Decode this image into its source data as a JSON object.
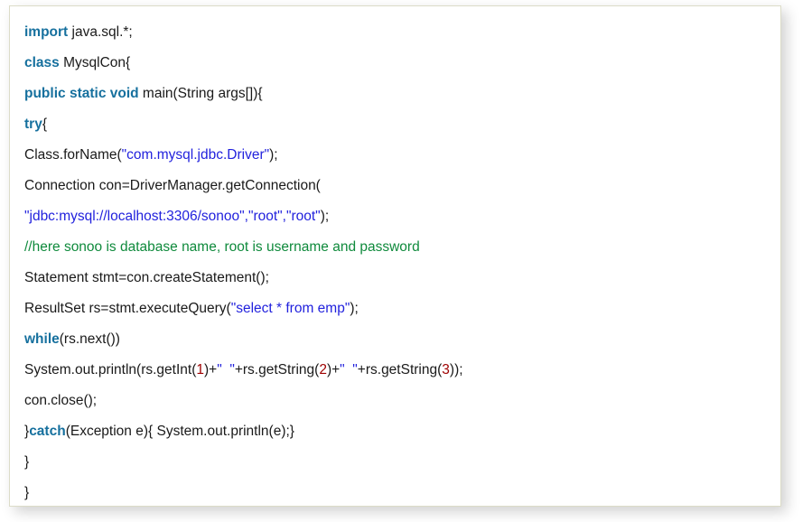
{
  "card": {
    "border_color": "#dcdcc8",
    "background": "#ffffff"
  },
  "syntax_colors": {
    "keyword": "#16709e",
    "string": "#2222dd",
    "comment": "#0f8a3c",
    "number": "#9e0000",
    "plain": "#1a1a1a"
  },
  "code": {
    "language": "java",
    "lines": [
      {
        "id": "line-1",
        "tokens": [
          {
            "text": "import",
            "type": "keyword"
          },
          {
            "text": " java.sql.*;",
            "type": "plain"
          }
        ]
      },
      {
        "id": "line-2",
        "tokens": [
          {
            "text": "class",
            "type": "keyword"
          },
          {
            "text": " MysqlCon{",
            "type": "plain"
          }
        ]
      },
      {
        "id": "line-3",
        "tokens": [
          {
            "text": "public static void",
            "type": "keyword"
          },
          {
            "text": " main(String args[]){",
            "type": "plain"
          }
        ]
      },
      {
        "id": "line-4",
        "tokens": [
          {
            "text": "try",
            "type": "keyword"
          },
          {
            "text": "{",
            "type": "plain"
          }
        ]
      },
      {
        "id": "line-5",
        "tokens": [
          {
            "text": "Class.forName(",
            "type": "plain"
          },
          {
            "text": "\"com.mysql.jdbc.Driver\"",
            "type": "string"
          },
          {
            "text": ");",
            "type": "plain"
          }
        ]
      },
      {
        "id": "line-6",
        "tokens": [
          {
            "text": "Connection con=DriverManager.getConnection(",
            "type": "plain"
          }
        ]
      },
      {
        "id": "line-7",
        "tokens": [
          {
            "text": "\"jdbc:mysql://localhost:3306/sonoo\",\"root\",\"root\"",
            "type": "string"
          },
          {
            "text": ");",
            "type": "plain"
          }
        ]
      },
      {
        "id": "line-8",
        "tokens": [
          {
            "text": "//here sonoo is database name, root is username and password",
            "type": "comment"
          }
        ]
      },
      {
        "id": "line-9",
        "tokens": [
          {
            "text": "Statement stmt=con.createStatement();",
            "type": "plain"
          }
        ]
      },
      {
        "id": "line-10",
        "tokens": [
          {
            "text": "ResultSet rs=stmt.executeQuery(",
            "type": "plain"
          },
          {
            "text": "\"select * from emp\"",
            "type": "string"
          },
          {
            "text": ");",
            "type": "plain"
          }
        ]
      },
      {
        "id": "line-11",
        "tokens": [
          {
            "text": "while",
            "type": "keyword"
          },
          {
            "text": "(rs.next())",
            "type": "plain"
          }
        ]
      },
      {
        "id": "line-12",
        "tokens": [
          {
            "text": "System.out.println(rs.getInt(",
            "type": "plain"
          },
          {
            "text": "1",
            "type": "number"
          },
          {
            "text": ")+",
            "type": "plain"
          },
          {
            "text": "\"  \"",
            "type": "string"
          },
          {
            "text": "+rs.getString(",
            "type": "plain"
          },
          {
            "text": "2",
            "type": "number"
          },
          {
            "text": ")+",
            "type": "plain"
          },
          {
            "text": "\"  \"",
            "type": "string"
          },
          {
            "text": "+rs.getString(",
            "type": "plain"
          },
          {
            "text": "3",
            "type": "number"
          },
          {
            "text": "));",
            "type": "plain"
          }
        ]
      },
      {
        "id": "line-13",
        "tokens": [
          {
            "text": "con.close();",
            "type": "plain"
          }
        ]
      },
      {
        "id": "line-14",
        "tokens": [
          {
            "text": "}",
            "type": "plain"
          },
          {
            "text": "catch",
            "type": "keyword"
          },
          {
            "text": "(Exception e){ System.out.println(e);}",
            "type": "plain"
          }
        ]
      },
      {
        "id": "line-15",
        "tokens": [
          {
            "text": "}",
            "type": "plain"
          }
        ]
      },
      {
        "id": "line-16",
        "tokens": [
          {
            "text": "}",
            "type": "plain"
          }
        ]
      }
    ]
  }
}
